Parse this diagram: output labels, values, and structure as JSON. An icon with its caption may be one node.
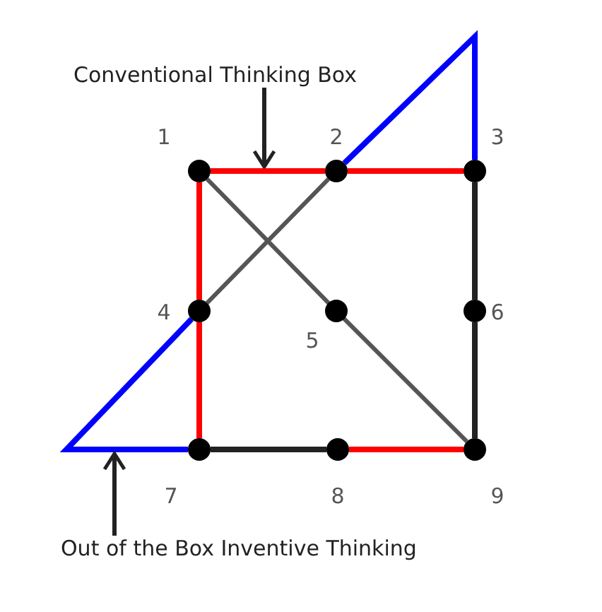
{
  "diagram": {
    "nodes": [
      {
        "text": [
          "Conventional Thinking Box"
        ]
      },
      {
        "text": [],
        "shape": "circle",
        "beside": [
          "1"
        ]
      },
      {
        "text": [],
        "shape": "circle",
        "beside": [
          "2"
        ]
      },
      {
        "text": [],
        "shape": "circle",
        "beside": [
          "3"
        ]
      },
      {
        "text": [],
        "shape": "circle",
        "beside": [
          "4"
        ]
      },
      {
        "text": [],
        "shape": "circle",
        "beside": [
          "5"
        ]
      },
      {
        "text": [],
        "shape": "circle",
        "beside": [
          "6"
        ]
      },
      {
        "text": [],
        "shape": "circle",
        "beside": [
          "7"
        ]
      },
      {
        "text": [],
        "shape": "circle",
        "beside": [
          "8"
        ]
      },
      {
        "text": [],
        "shape": "circle",
        "beside": [
          "9"
        ]
      },
      {
        "text": [
          "Out of the Box Inventive Thinking"
        ]
      }
    ],
    "edges": [
      {
        "from": 0,
        "to": null,
        "arrow": "to"
      },
      {
        "from": 1,
        "to": 2,
        "arrow": "none",
        "color": "#ff0000"
      },
      {
        "from": 2,
        "to": 3,
        "arrow": "none",
        "color": "#ff0000"
      },
      {
        "from": 1,
        "to": 4,
        "arrow": "none",
        "color": "#ff0000"
      },
      {
        "from": 4,
        "to": 7,
        "arrow": "none",
        "color": "#ff0000"
      },
      {
        "from": 3,
        "to": 6,
        "arrow": "none"
      },
      {
        "from": 6,
        "to": 9,
        "arrow": "none"
      },
      {
        "from": 7,
        "to": 8,
        "arrow": "none"
      },
      {
        "from": 8,
        "to": 9,
        "arrow": "none",
        "color": "#ff0000"
      },
      {
        "from": 1,
        "to": 5,
        "arrow": "none",
        "color": "#555555"
      },
      {
        "from": 5,
        "to": 9,
        "arrow": "none",
        "color": "#555555"
      },
      {
        "from": 4,
        "to": 2,
        "arrow": "none",
        "color": "#555555"
      },
      {
        "from": 2,
        "to": 3,
        "arrow": "none",
        "color": "#0000ff"
      },
      {
        "from": 4,
        "to": 7,
        "arrow": "none",
        "color": "#0000ff"
      },
      {
        "from": 10,
        "to": null,
        "arrow": "to"
      }
    ]
  }
}
